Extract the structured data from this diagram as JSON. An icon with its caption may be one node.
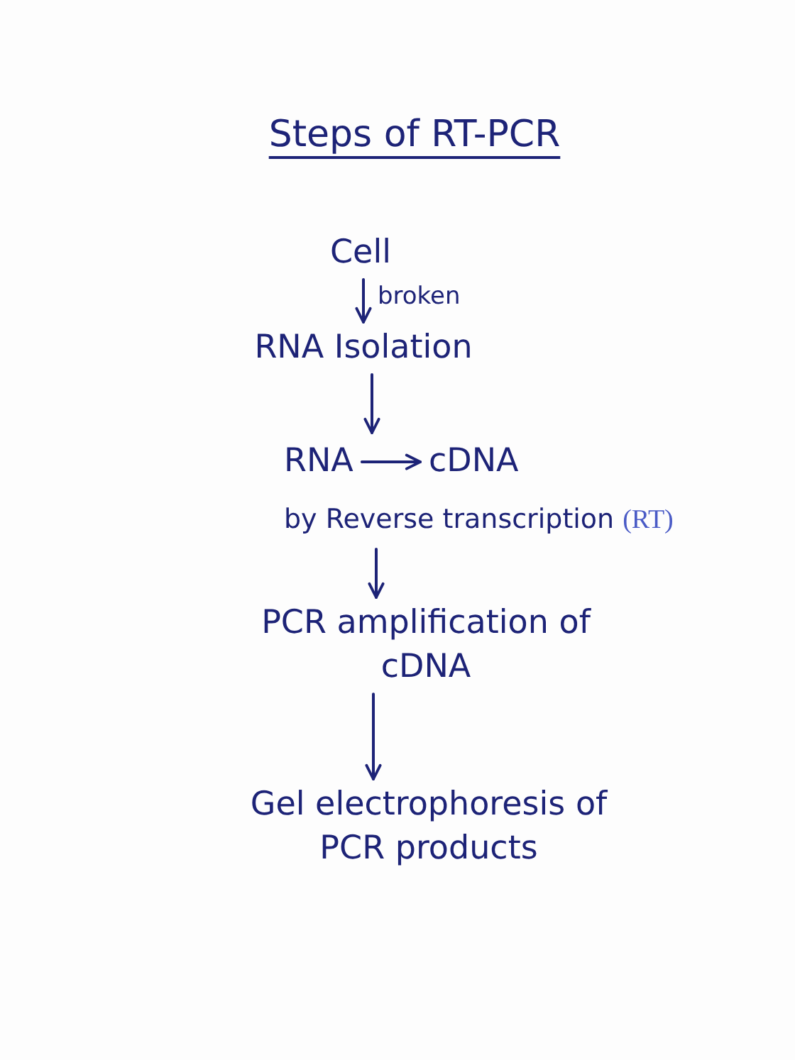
{
  "diagram": {
    "title": "Steps of RT-PCR",
    "nodes": [
      {
        "text": [
          "Cell"
        ]
      },
      {
        "text": [
          "RNA Isolation"
        ]
      },
      {
        "text": [
          "by Reverse transcription",
          "(RT)"
        ]
      },
      {
        "text": [
          "RNA"
        ],
        "in": 2
      },
      {
        "text": [
          "cDNA"
        ],
        "in": 2
      },
      {
        "text": [
          "PCR amplification of cDNA"
        ]
      },
      {
        "text": [
          "Gel electrophoresis of PCR products"
        ]
      }
    ],
    "edges": [
      {
        "from": 0,
        "to": 1,
        "arrow": "to",
        "label": "broken"
      },
      {
        "from": 1,
        "to": 2,
        "arrow": "to"
      },
      {
        "from": 3,
        "to": 4,
        "arrow": "to"
      },
      {
        "from": 2,
        "to": 5,
        "arrow": "to"
      },
      {
        "from": 5,
        "to": 6,
        "arrow": "to"
      }
    ]
  }
}
